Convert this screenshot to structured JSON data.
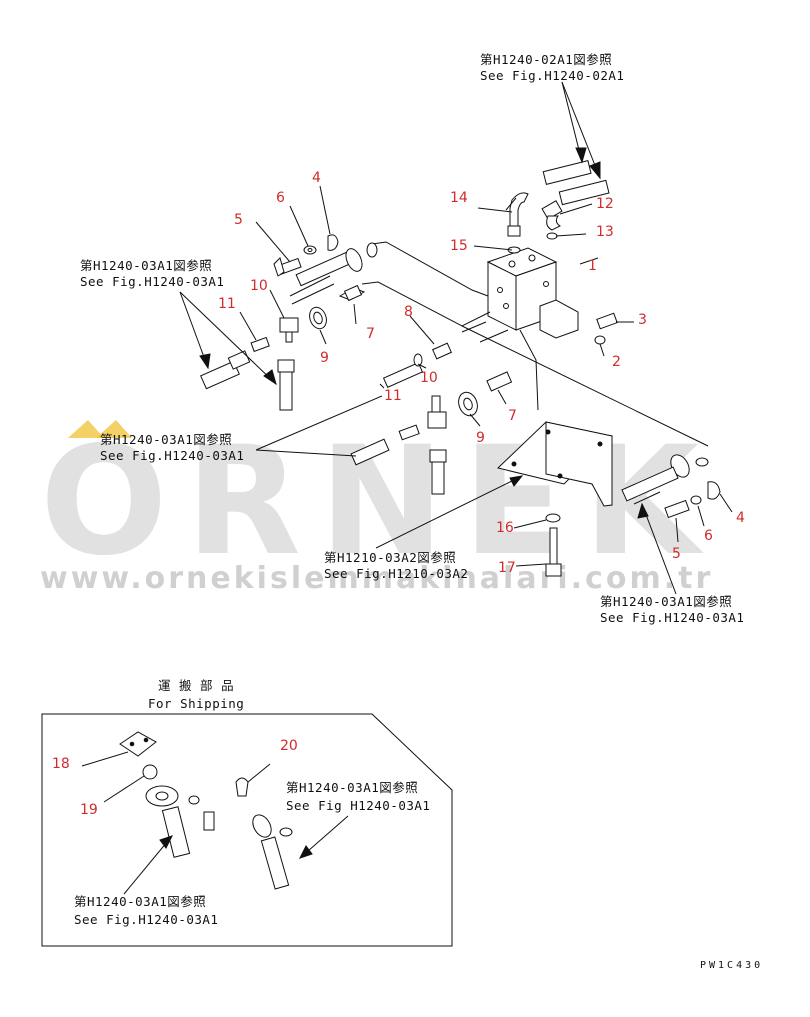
{
  "watermark": {
    "brand": "ORNEK",
    "url": "www.ornekislemmakinalari.com.tr"
  },
  "references": [
    {
      "jp": "第H1240-02A1図参照",
      "en": "See Fig.H1240-02A1"
    },
    {
      "jp": "第H1240-03A1図参照",
      "en": "See Fig.H1240-03A1"
    },
    {
      "jp": "第H1240-03A1図参照",
      "en": "See Fig.H1240-03A1"
    },
    {
      "jp": "第H1210-03A2図参照",
      "en": "See Fig.H1210-03A2"
    },
    {
      "jp": "第H1240-03A1図参照",
      "en": "See Fig.H1240-03A1"
    },
    {
      "jp": "第H1240-03A1図参照",
      "en": "See Fig H1240-03A1"
    },
    {
      "jp": "第H1240-03A1図参照",
      "en": "See Fig.H1240-03A1"
    }
  ],
  "part_numbers": [
    "1",
    "2",
    "3",
    "4",
    "4",
    "5",
    "5",
    "6",
    "6",
    "7",
    "7",
    "8",
    "9",
    "9",
    "10",
    "10",
    "11",
    "11",
    "12",
    "13",
    "14",
    "15",
    "16",
    "17",
    "18",
    "19",
    "20"
  ],
  "shipping": {
    "jp": "運 搬 部 品",
    "en": "For Shipping"
  },
  "drawing_code": "PW1C430"
}
